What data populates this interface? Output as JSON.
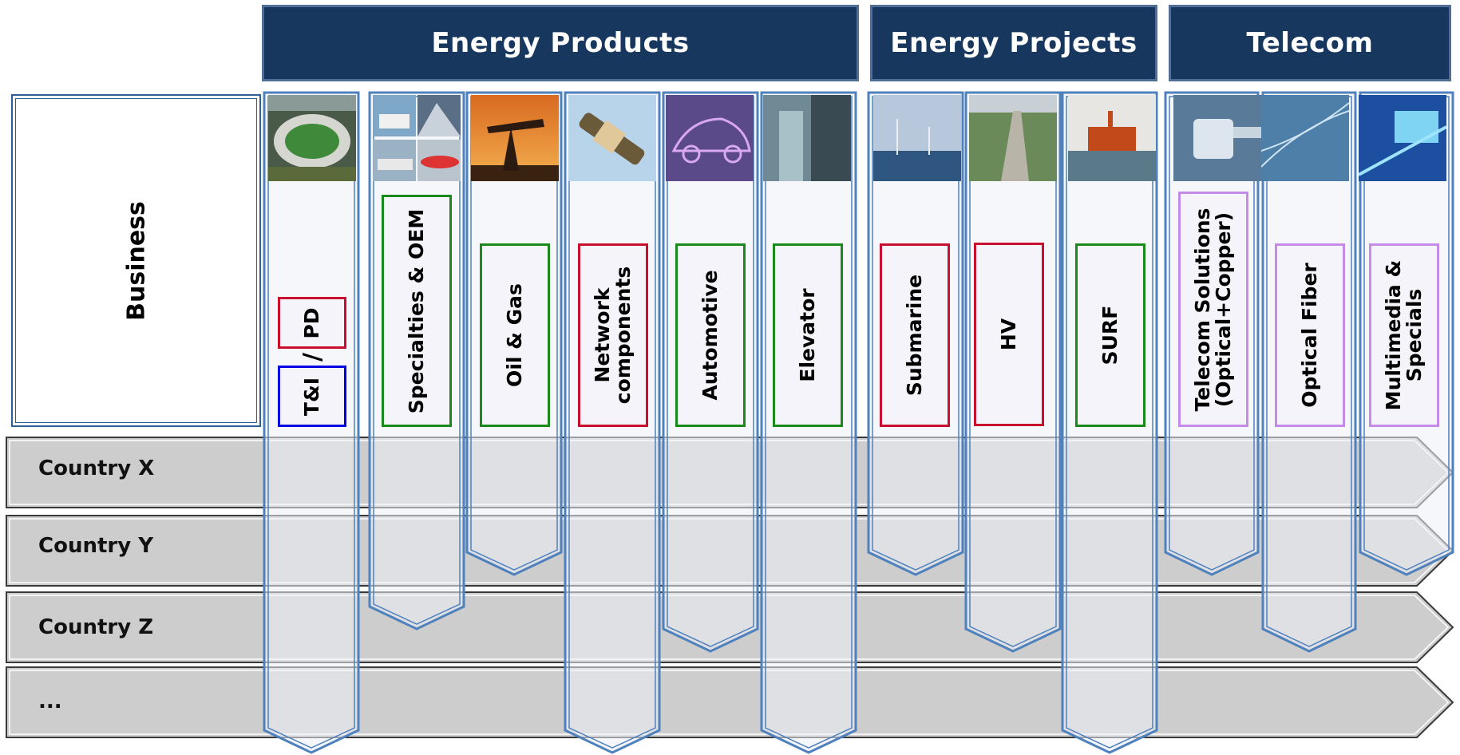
{
  "headers": {
    "energy_products": "Energy Products",
    "energy_projects": "Energy Projects",
    "telecom": "Telecom"
  },
  "business_label": "Business",
  "rows": [
    "Country X",
    "Country Y",
    "Country Z",
    "..."
  ],
  "columns": [
    {
      "label": "PD",
      "label2": "T&I",
      "separator": "/",
      "border": "#c8102e",
      "border2": "#0000e0",
      "photo": "stadium"
    },
    {
      "label": "Specialties & OEM",
      "border": "#1a8a1a",
      "photo": "ships-collage"
    },
    {
      "label": "Oil & Gas",
      "border": "#1a8a1a",
      "photo": "oil-pump"
    },
    {
      "label": "Network components",
      "border": "#c8102e",
      "photo": "cable-connector"
    },
    {
      "label": "Automotive",
      "border": "#1a8a1a",
      "photo": "wireframe-car"
    },
    {
      "label": "Elevator",
      "border": "#1a8a1a",
      "photo": "building"
    },
    {
      "label": "Submarine",
      "border": "#c8102e",
      "photo": "offshore-wind"
    },
    {
      "label": "HV",
      "border": "#c8102e",
      "photo": "cable-trench"
    },
    {
      "label": "SURF",
      "border": "#1a8a1a",
      "photo": "oil-platform"
    },
    {
      "label": "Telecom Solutions (Optical+Copper)",
      "border": "#c58be8",
      "photo": "rj45-plug"
    },
    {
      "label": "Optical Fiber",
      "border": "#c58be8",
      "photo": "fiber-strands"
    },
    {
      "label": "Multimedia & Specials",
      "border": "#c58be8",
      "photo": "screen-light"
    }
  ],
  "colors": {
    "header_bg": "#17375e",
    "row_fill": "#cdcdcd",
    "column_fill": "#eef0f8",
    "column_stroke": "#4f81bd",
    "red": "#c8102e",
    "green": "#1a8a1a",
    "blue": "#0000e0",
    "lilac": "#c58be8"
  }
}
